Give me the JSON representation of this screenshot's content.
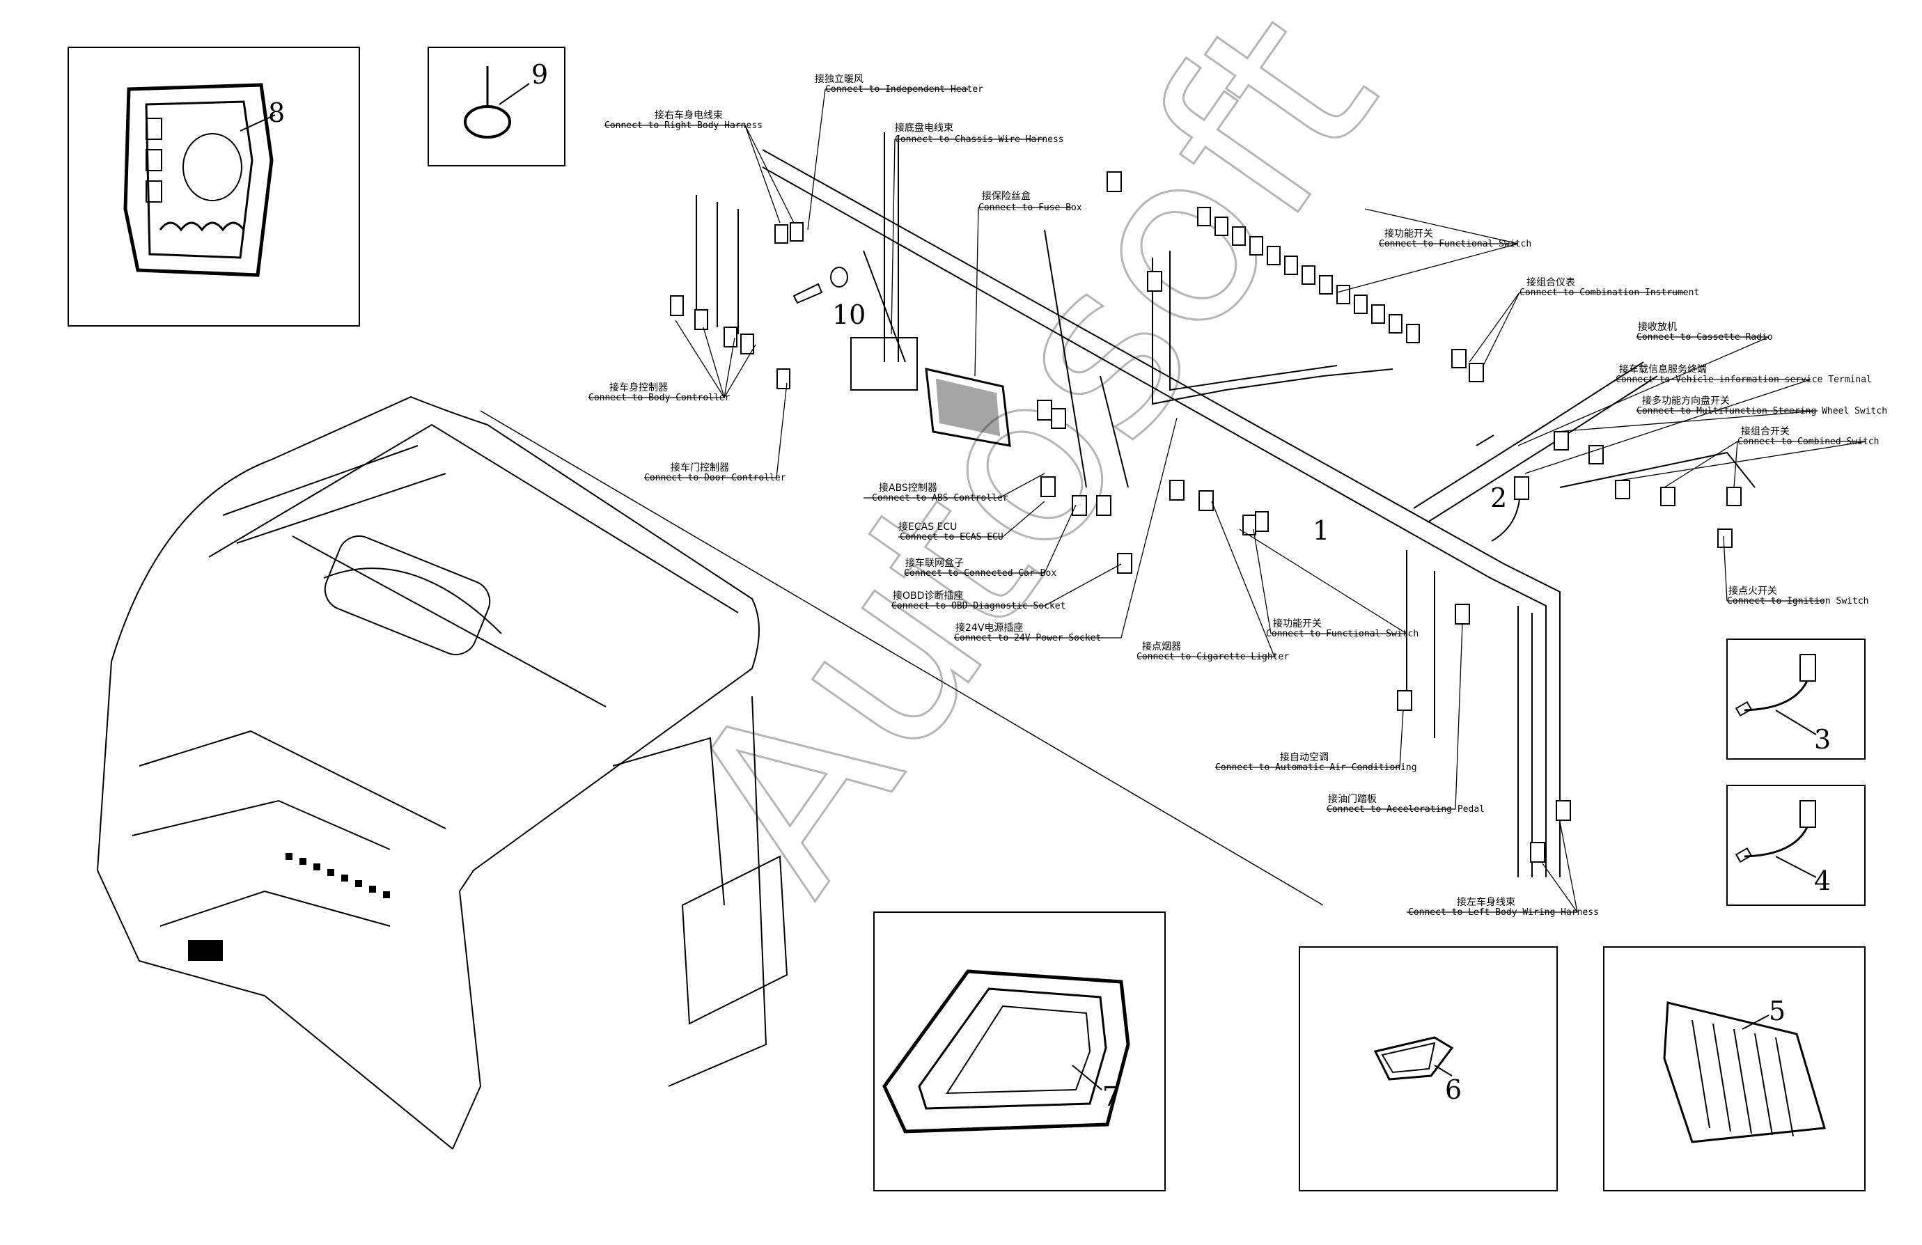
{
  "callouts": [
    {
      "zh": "接右车身电线束",
      "en": "Connect to Right Body Harness"
    },
    {
      "zh": "接独立暖风",
      "en": "Connect to Independent Heater"
    },
    {
      "zh": "接底盘电线束",
      "en": "Connect to Chassis Wire Harness"
    },
    {
      "zh": "接保险丝盒",
      "en": "Connect to Fuse Box"
    },
    {
      "zh": "接功能开关",
      "en": "Connect to Functional Switch"
    },
    {
      "zh": "接组合仪表",
      "en": "Connect to Combination Instrument"
    },
    {
      "zh": "接收放机",
      "en": "Connect to Cassette Radio"
    },
    {
      "zh": "接车载信息服务终端",
      "en": "Connect to Vehicle information service Terminal"
    },
    {
      "zh": "接多功能方向盘开关",
      "en": "Connect to Multifunction Steering Wheel Switch"
    },
    {
      "zh": "接组合开关",
      "en": "Connect to Combined Switch"
    },
    {
      "zh": "接点火开关",
      "en": "Connect to Ignition Switch"
    },
    {
      "zh": "接车身控制器",
      "en": "Connect to Body Controller"
    },
    {
      "zh": "接车门控制器",
      "en": "Connect to Door Controller"
    },
    {
      "zh": "接ABS控制器",
      "en": "Connect to ABS Controller"
    },
    {
      "zh": "接ECAS ECU",
      "en": "Connect to ECAS ECU"
    },
    {
      "zh": "接车联网盒子",
      "en": "Connect to Connected Car Box"
    },
    {
      "zh": "接OBD诊断插座",
      "en": "Connect to OBD Diagnostic Socket"
    },
    {
      "zh": "接24V电源插座",
      "en": "Connect to 24V Power Socket"
    },
    {
      "zh": "接点烟器",
      "en": "Connect to Cigarette Lighter"
    },
    {
      "zh": "接功能开关",
      "en": "Connect to Functional Switch"
    },
    {
      "zh": "接自动空调",
      "en": "Connect to Automatic Air Conditioning"
    },
    {
      "zh": "接油门踏板",
      "en": "Connect to Accelerating Pedal"
    },
    {
      "zh": "接左车身线束",
      "en": "Connect to Left Body Wiring Harness"
    }
  ],
  "part_numbers": [
    "1",
    "2",
    "3",
    "4",
    "5",
    "6",
    "7",
    "8",
    "9",
    "10"
  ],
  "colors": {
    "line": "#000000",
    "watermark": "#b5b5b5",
    "background": "#ffffff"
  }
}
